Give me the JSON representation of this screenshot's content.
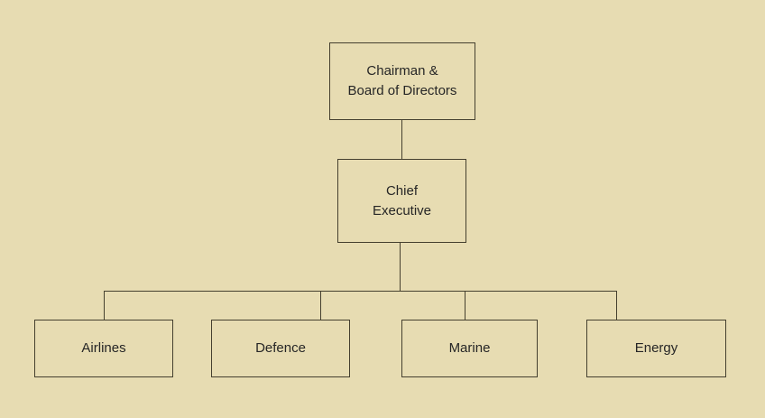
{
  "diagram": {
    "type": "org-chart",
    "colors": {
      "background": "#e7dcb2",
      "border": "#45402f",
      "text": "#262626"
    },
    "nodes": {
      "chairman": {
        "label": "Chairman &\nBoard of Directors",
        "level": 1
      },
      "chief": {
        "label": "Chief\nExecutive",
        "level": 2,
        "reports_to": "Chairman & Board of Directors"
      },
      "airlines": {
        "label": "Airlines",
        "level": 3,
        "reports_to": "Chief Executive"
      },
      "defence": {
        "label": "Defence",
        "level": 3,
        "reports_to": "Chief Executive"
      },
      "marine": {
        "label": "Marine",
        "level": 3,
        "reports_to": "Chief Executive"
      },
      "energy": {
        "label": "Energy",
        "level": 3,
        "reports_to": "Chief Executive"
      }
    }
  }
}
